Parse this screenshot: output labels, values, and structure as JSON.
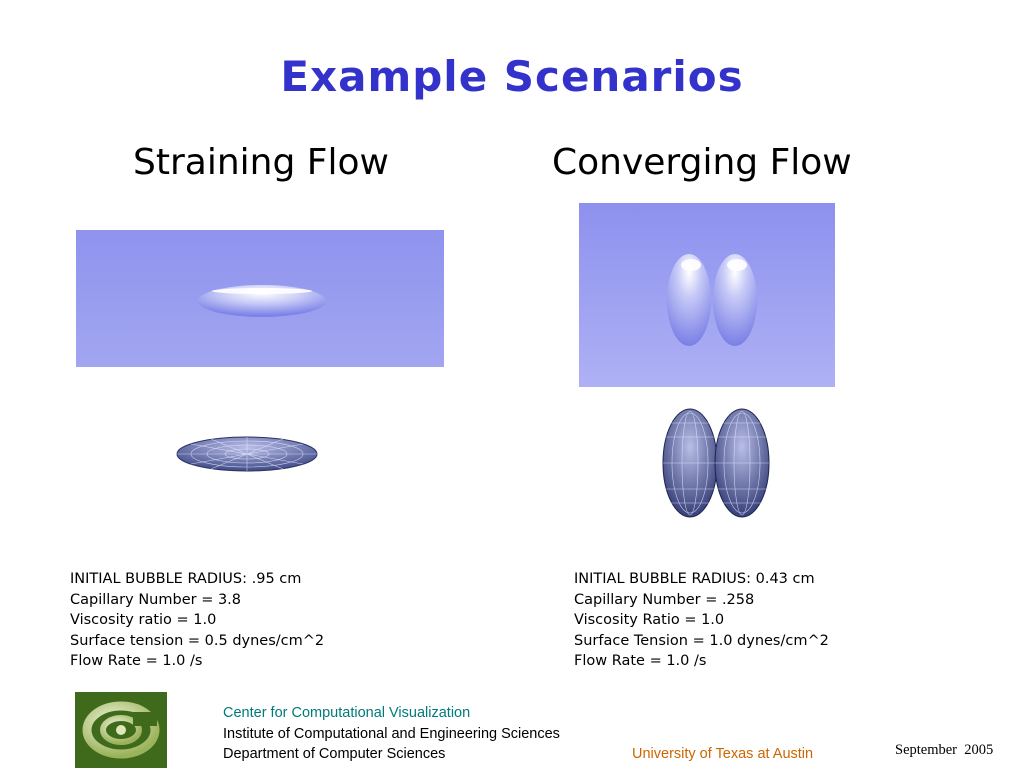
{
  "slide": {
    "title": "Example Scenarios"
  },
  "left": {
    "heading": "Straining Flow",
    "params": [
      "INITIAL BUBBLE RADIUS: .95 cm",
      "Capillary Number =  3.8",
      "Viscosity ratio = 1.0",
      "Surface tension = 0.5 dynes/cm^2",
      "Flow Rate = 1.0 /s"
    ]
  },
  "right": {
    "heading": "Converging Flow",
    "params": [
      "INITIAL BUBBLE RADIUS: 0.43 cm",
      "Capillary Number = .258",
      "Viscosity Ratio = 1.0",
      "Surface Tension = 1.0 dynes/cm^2",
      "Flow Rate = 1.0 /s"
    ]
  },
  "footer": {
    "center": "Center for Computational Visualization",
    "institute": "Institute of Computational and Engineering Sciences",
    "department": "Department of Computer Sciences",
    "university": "University of Texas at Austin",
    "date": "September  2005"
  },
  "colors": {
    "title": "#3333cc",
    "center_text": "#007a7a",
    "university_text": "#cc6600",
    "logo_bg": "#3f6a1c",
    "panel": "#989cf0"
  },
  "icons": {
    "logo": "ccv-logo-icon"
  }
}
